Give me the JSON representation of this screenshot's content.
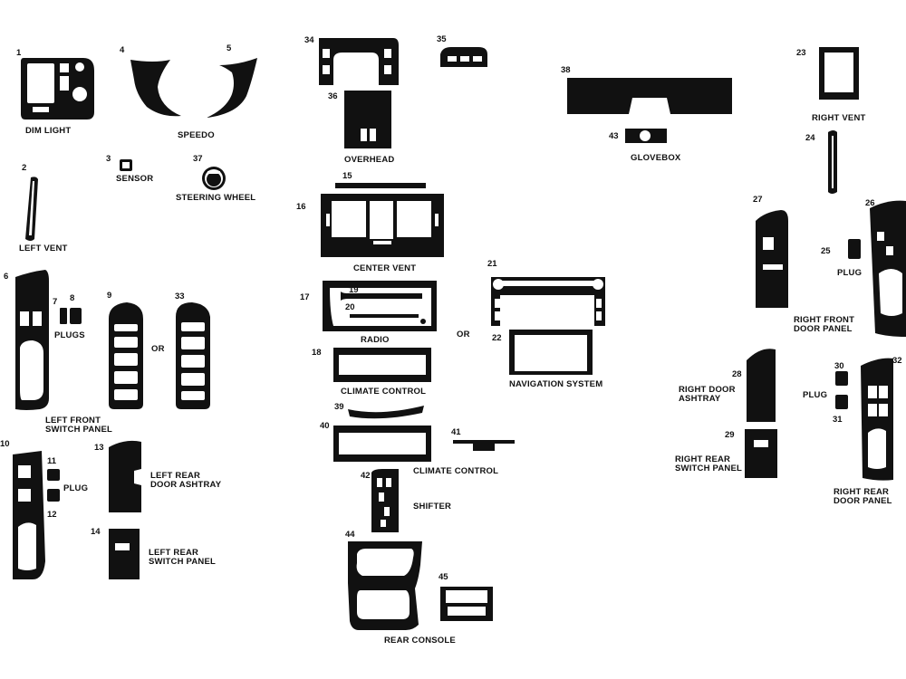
{
  "parts": {
    "p1": "1",
    "p2": "2",
    "p3": "3",
    "p4": "4",
    "p5": "5",
    "p6": "6",
    "p7": "7",
    "p8": "8",
    "p9": "9",
    "p10": "10",
    "p11": "11",
    "p12": "12",
    "p13": "13",
    "p14": "14",
    "p15": "15",
    "p16": "16",
    "p17": "17",
    "p18": "18",
    "p19": "19",
    "p20": "20",
    "p21": "21",
    "p22": "22",
    "p23": "23",
    "p24": "24",
    "p25": "25",
    "p26": "26",
    "p27": "27",
    "p28": "28",
    "p29": "29",
    "p30": "30",
    "p31": "31",
    "p32": "32",
    "p33": "33",
    "p34": "34",
    "p35": "35",
    "p36": "36",
    "p37": "37",
    "p38": "38",
    "p39": "39",
    "p40": "40",
    "p41": "41",
    "p42": "42",
    "p43": "43",
    "p44": "44",
    "p45": "45"
  },
  "labels": {
    "dim_light": "DIM LIGHT",
    "speedo": "SPEEDO",
    "sensor": "SENSOR",
    "steering_wheel": "STEERING WHEEL",
    "left_vent": "LEFT VENT",
    "plugs": "PLUGS",
    "or_left": "OR",
    "left_front_switch_panel_1": "LEFT FRONT",
    "left_front_switch_panel_2": "SWITCH PANEL",
    "plug_left": "PLUG",
    "left_rear_door_ashtray_1": "LEFT REAR",
    "left_rear_door_ashtray_2": "DOOR ASHTRAY",
    "left_rear_switch_panel_1": "LEFT REAR",
    "left_rear_switch_panel_2": "SWITCH PANEL",
    "overhead": "OVERHEAD",
    "center_vent": "CENTER VENT",
    "radio": "RADIO",
    "or_center": "OR",
    "climate_control_1": "CLIMATE CONTROL",
    "climate_control_2": "CLIMATE CONTROL",
    "navigation_system": "NAVIGATION SYSTEM",
    "shifter": "SHIFTER",
    "rear_console": "REAR CONSOLE",
    "glovebox": "GLOVEBOX",
    "right_vent": "RIGHT VENT",
    "plug_right_1": "PLUG",
    "right_front_door_panel_1": "RIGHT FRONT",
    "right_front_door_panel_2": "DOOR PANEL",
    "right_door_ashtray_1": "RIGHT DOOR",
    "right_door_ashtray_2": "ASHTRAY",
    "plug_right_2": "PLUG",
    "right_rear_switch_panel_1": "RIGHT REAR",
    "right_rear_switch_panel_2": "SWITCH PANEL",
    "right_rear_door_panel_1": "RIGHT REAR",
    "right_rear_door_panel_2": "DOOR  PANEL"
  },
  "colors": {
    "part_fill": "#111111",
    "background": "#ffffff"
  }
}
